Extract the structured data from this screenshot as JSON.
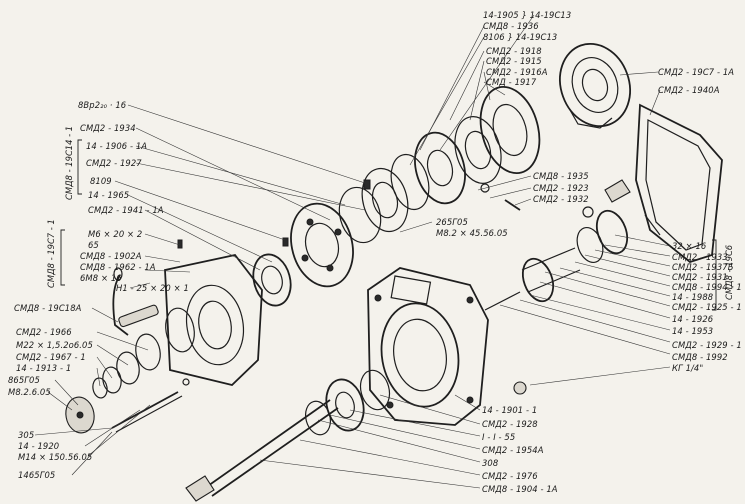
{
  "labels": {
    "l_14_1905": "14-1905 } 14-19С13",
    "l_smd8_1936": "СМД8 - 1936",
    "l_8106": "8106 } 14-19С13",
    "l_smd2_1918": "СМД2 - 1918",
    "l_smd2_1915": "СМД2 - 1915",
    "l_smd2_1916a": "СМД2 - 1916А",
    "l_smd_1917": "СМД - 1917",
    "l_smd2_19c7_1a": "СМД2 - 19С7 - 1А",
    "l_smd2_1940a": "СМД2 - 1940А",
    "l_8bp": "8Вр2₂₀ · 16",
    "l_smd2_1934": "СМД2 - 1934",
    "l_14_1906_1a": "14 - 1906 - 1А",
    "l_smd2_1927": "СМД2 - 1927",
    "l_smd8_19c14_1": "СМД8 - 19С14 - 1",
    "l_8109": "8109",
    "l_14_1965": "14 - 1965",
    "l_smd2_1941_1a": "СМД2 - 1941 - 1А",
    "l_smd8_1935": "СМД8 - 1935",
    "l_smd2_1923": "СМД2 - 1923",
    "l_smd2_1932": "СМД2 - 1932",
    "l_m6_20x2": "М6 × 20 × 2",
    "l_65": "65",
    "l_smd8_1902a": "СМД8 - 1902А",
    "l_smd8_1962_1a": "СМД8 - 1962 - 1А",
    "l_6m8x16": "6М8 × 16",
    "l_h1_25": "Н1 - 25 × 20 × 1",
    "l_smd8_19c7_1": "СМД8 - 19С7 - 1",
    "l_265g05": "265Г05",
    "l_m82": "М8.2 × 45.56.05",
    "l_32x16": "32 × 16",
    "l_smd2_1933": "СМД2 - 1933",
    "l_smd2_1937b": "СМД2 - 1937Б",
    "l_smd2_1931": "СМД2 - 1931",
    "l_smd8_1994_1": "СМД8 - 1994 - 1",
    "l_14_1988": "14 - 1988",
    "l_smd2_1925_1": "СМД2 - 1925 - 1",
    "l_14_1926": "14 - 1926",
    "l_14_1953": "14 - 1953",
    "l_smd8_19c6": "СМД8 - 19С6",
    "l_smd8_19c18a": "СМД8 - 19С18А",
    "l_smd2_1966": "СМД2 - 1966",
    "l_m22": "М22 × 1,5.2о6.05",
    "l_smd2_1967_1": "СМД2 - 1967 - 1",
    "l_14_1913_1": "14 - 1913 - 1",
    "l_865g05": "865Г05",
    "l_m8_26": "М8.2.6.05",
    "l_smd2_1929_1": "СМД2 - 1929 - 1",
    "l_smd8_1992": "СМД8 - 1992",
    "l_kg14": "КГ 1/4\"",
    "l_305": "305",
    "l_14_1920": "14 - 1920",
    "l_m14": "М14 × 150.56.05",
    "l_1465g05": "1465Г05",
    "l_14_1901_1": "14 - 1901 - 1",
    "l_smd2_1928": "СМД2 - 1928",
    "l_i_55": "I - I - 55",
    "l_smd2_1954a": "СМД2 - 1954А",
    "l_308": "308",
    "l_smd2_1976": "СМД2 - 1976",
    "l_smd8_1904_1a": "СМД8 - 1904 - 1А"
  }
}
